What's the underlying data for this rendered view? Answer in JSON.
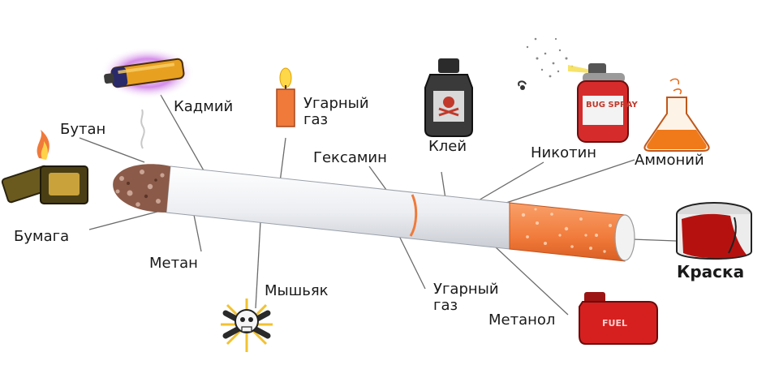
{
  "labels": {
    "butan": "Бутан",
    "kadmiy": "Кадмий",
    "ugarny_gaz_top_1": "Угарный",
    "ugarny_gaz_top_2": "газ",
    "geksamin": "Гексамин",
    "kley": "Клей",
    "nikotin": "Никотин",
    "ammoniy": "Аммоний",
    "bumaga": "Бумага",
    "metan": "Метан",
    "myshyak": "Мышьяк",
    "ugarny_gaz_bottom_1": "Угарный",
    "ugarny_gaz_bottom_2": "газ",
    "metanol": "Метанол",
    "kraska": "Краска"
  },
  "icons": {
    "lighter": "lighter-icon",
    "battery": "battery-icon",
    "candle": "candle-icon",
    "poison_bottle": "poison-bottle-icon",
    "spray_can": "bug-spray-icon",
    "flask": "flask-icon",
    "paint_can": "paint-can-icon",
    "skull": "skull-crossbones-icon",
    "fuel_can": "fuel-can-icon"
  },
  "spray_can_text": "BUG SPRAY",
  "fuel_can_text": "FUEL",
  "colors": {
    "filter": "#f07a3a",
    "paper": "#eef0f3",
    "ash": "#8b5a48",
    "line": "#666666"
  }
}
